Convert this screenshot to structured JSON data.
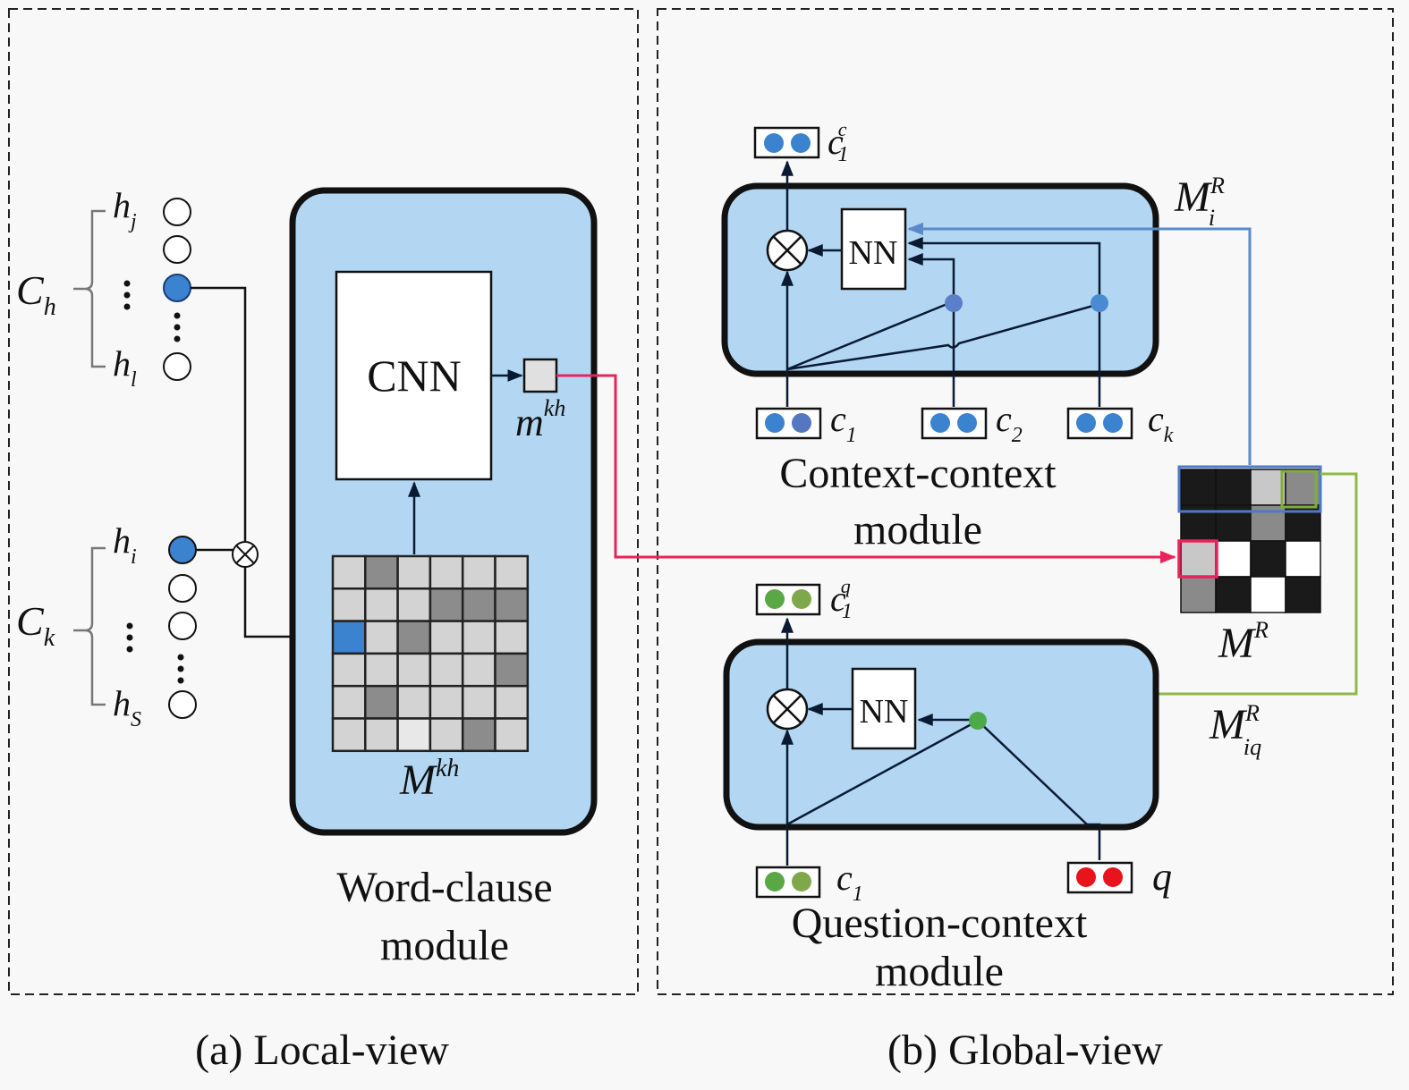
{
  "panels": {
    "local": {
      "caption": "(a) Local-view",
      "module_label_line1": "Word-clause",
      "module_label_line2": "module",
      "cnn_label": "CNN",
      "matrix_label": "M",
      "matrix_sup": "kh",
      "output_label": "m",
      "output_sup": "kh",
      "clause_h": {
        "label": "C",
        "sub": "h",
        "top": "h",
        "top_sub": "j",
        "bottom": "h",
        "bottom_sub": "l"
      },
      "clause_k": {
        "label": "C",
        "sub": "k",
        "top": "h",
        "top_sub": "i",
        "bottom": "h",
        "bottom_sub": "S"
      },
      "matrix_shades": [
        [
          "light",
          "dark",
          "light",
          "light",
          "light",
          "light"
        ],
        [
          "light",
          "light",
          "light",
          "dark",
          "dark",
          "dark"
        ],
        [
          "blue",
          "light",
          "dark",
          "light",
          "light",
          "light"
        ],
        [
          "light",
          "light",
          "light",
          "light",
          "light",
          "dark"
        ],
        [
          "light",
          "dark",
          "light",
          "light",
          "light",
          "light"
        ],
        [
          "light",
          "light",
          "white",
          "light",
          "dark",
          "light"
        ]
      ]
    },
    "global": {
      "caption": "(b) Global-view",
      "context_module_line1": "Context-context",
      "context_module_line2": "module",
      "question_module_line1": "Question-context",
      "question_module_line2": "module",
      "nn_label": "NN",
      "context_output": {
        "label": "c",
        "sup": "c",
        "sub": "1"
      },
      "question_output": {
        "label": "c",
        "sup": "q",
        "sub": "1"
      },
      "context_inputs": [
        {
          "label": "c",
          "sub": "1"
        },
        {
          "label": "c",
          "sub": "2"
        },
        {
          "label": "c",
          "sub": "k"
        }
      ],
      "question_inputs": [
        {
          "label": "c",
          "sub": "1"
        },
        {
          "label": "q",
          "sub": ""
        }
      ],
      "relation_matrix": {
        "label": "M",
        "sup": "R"
      },
      "mi_label": {
        "label": "M",
        "sup": "R",
        "sub": "i"
      },
      "miq_label": {
        "label": "M",
        "sup": "R",
        "sub": "iq"
      },
      "relation_shades": [
        [
          "black",
          "black",
          "light",
          "gray"
        ],
        [
          "black",
          "black",
          "gray",
          "black"
        ],
        [
          "light",
          "white",
          "black",
          "white"
        ],
        [
          "gray",
          "black",
          "white",
          "black"
        ]
      ]
    }
  },
  "colors": {
    "module_fill": "#b3d7f2",
    "node_blue": "#3b82cf",
    "node_green": "#5aa845",
    "node_red": "#e8141c",
    "link_red": "#e8245a",
    "link_blue": "#5b8ac8",
    "link_green": "#8fb84a"
  }
}
